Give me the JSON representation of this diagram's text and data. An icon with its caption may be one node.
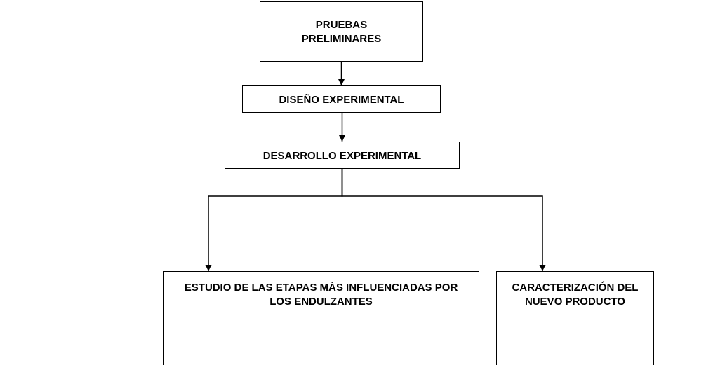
{
  "diagram": {
    "nodes": [
      {
        "text": [
          "PRUEBAS PRELIMINARES"
        ]
      },
      {
        "text": [
          "DISEÑO EXPERIMENTAL"
        ]
      },
      {
        "text": [
          "DESARROLLO EXPERIMENTAL"
        ]
      },
      {
        "text": [
          "ESTUDIO DE LAS ETAPAS MÁS INFLUENCIADAS POR LOS ENDULZANTES"
        ]
      },
      {
        "text": [
          "CARACTERIZACIÓN DEL NUEVO PRODUCTO"
        ]
      }
    ],
    "edges": [
      {
        "from": 0,
        "to": 1,
        "arrow": "to"
      },
      {
        "from": 1,
        "to": 2,
        "arrow": "to"
      },
      {
        "from": 2,
        "to": 3,
        "arrow": "to"
      },
      {
        "from": 2,
        "to": 4,
        "arrow": "to"
      }
    ]
  }
}
